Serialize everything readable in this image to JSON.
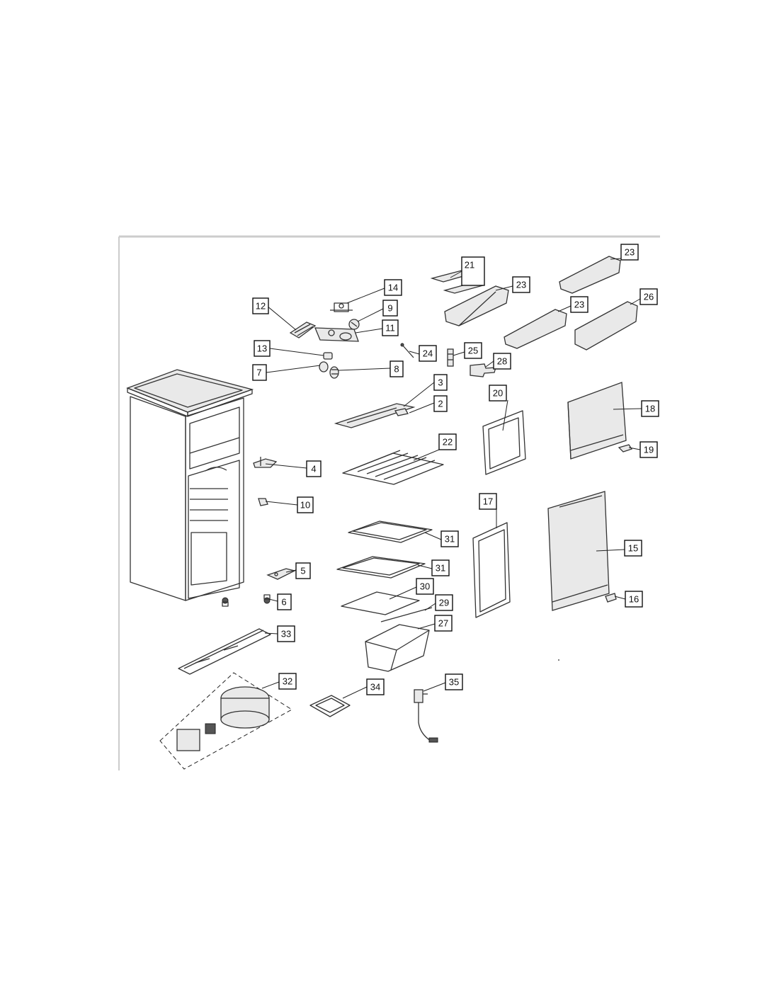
{
  "diagram": {
    "callouts": [
      {
        "id": "c1",
        "label": "2"
      },
      {
        "id": "c2",
        "label": "3"
      },
      {
        "id": "c3",
        "label": "4"
      },
      {
        "id": "c4",
        "label": "5"
      },
      {
        "id": "c5",
        "label": "6"
      },
      {
        "id": "c6",
        "label": "7"
      },
      {
        "id": "c7",
        "label": "8"
      },
      {
        "id": "c8",
        "label": "9"
      },
      {
        "id": "c9",
        "label": "10"
      },
      {
        "id": "c10",
        "label": "11"
      },
      {
        "id": "c11",
        "label": "12"
      },
      {
        "id": "c12",
        "label": "13"
      },
      {
        "id": "c13",
        "label": "14"
      },
      {
        "id": "c14",
        "label": "15"
      },
      {
        "id": "c15",
        "label": "16"
      },
      {
        "id": "c16",
        "label": "17"
      },
      {
        "id": "c17",
        "label": "18"
      },
      {
        "id": "c18",
        "label": "19"
      },
      {
        "id": "c19",
        "label": "20"
      },
      {
        "id": "c20",
        "label": "21"
      },
      {
        "id": "c21",
        "label": "22"
      },
      {
        "id": "c22",
        "label": "23"
      },
      {
        "id": "c23",
        "label": "23"
      },
      {
        "id": "c24",
        "label": "23"
      },
      {
        "id": "c25",
        "label": "24"
      },
      {
        "id": "c26",
        "label": "25"
      },
      {
        "id": "c27",
        "label": "26"
      },
      {
        "id": "c28",
        "label": "27"
      },
      {
        "id": "c29",
        "label": "28"
      },
      {
        "id": "c30",
        "label": "29"
      },
      {
        "id": "c31",
        "label": "30"
      },
      {
        "id": "c32",
        "label": "31"
      },
      {
        "id": "c33",
        "label": "31"
      },
      {
        "id": "c34",
        "label": "32"
      },
      {
        "id": "c35",
        "label": "33"
      },
      {
        "id": "c36",
        "label": "34"
      },
      {
        "id": "c37",
        "label": "35"
      }
    ]
  }
}
